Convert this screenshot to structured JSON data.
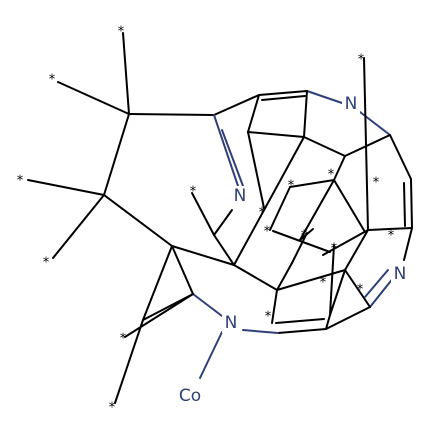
{
  "structure": {
    "atoms": {
      "n_top_right": "N",
      "n_left": "N",
      "n_right": "N",
      "n_bottom": "N",
      "cobalt": "Co"
    },
    "attachment_marker": "*",
    "colors": {
      "bond": "#000000",
      "nitrogen": "#2f3f7a",
      "cobalt": "#2f3f7a",
      "background": "#ffffff"
    }
  }
}
